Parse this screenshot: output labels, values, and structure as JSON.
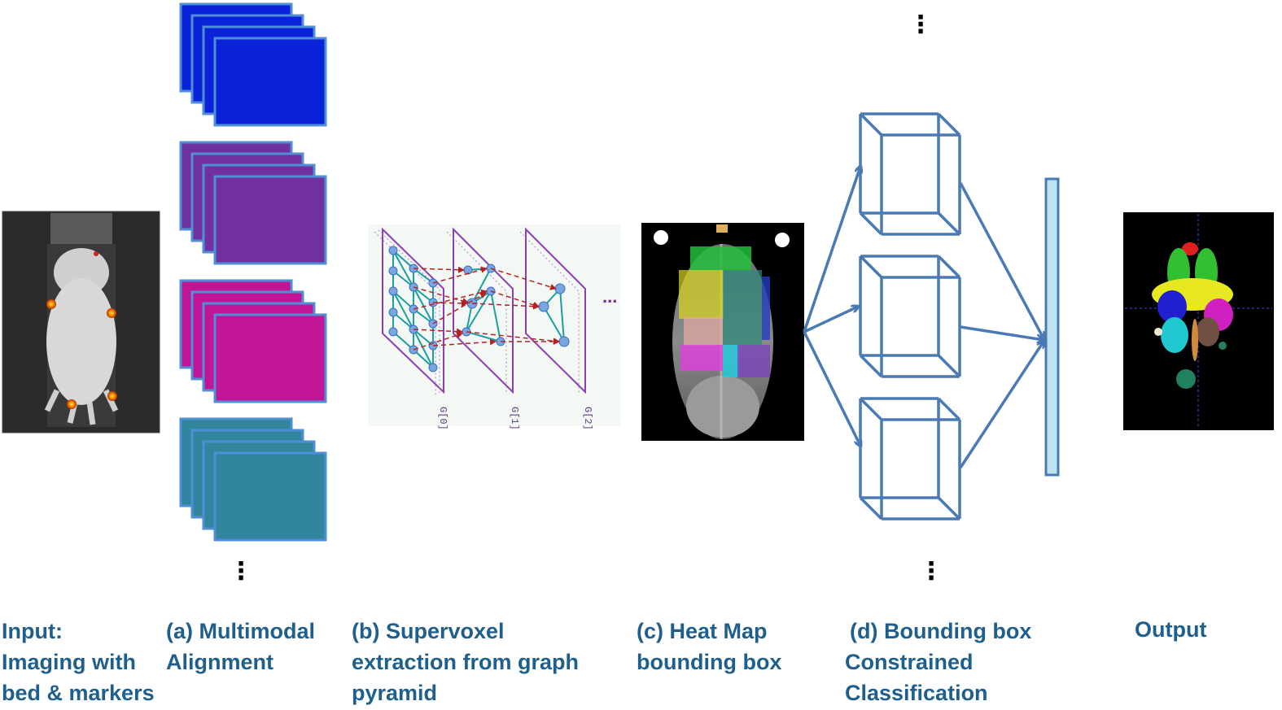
{
  "captions": {
    "input": [
      "Input:",
      "Imaging  with",
      "bed  & markers"
    ],
    "a": [
      "(a) Multimodal",
      "Alignment"
    ],
    "b": [
      "(b) Supervoxel",
      "extraction from graph",
      "pyramid"
    ],
    "c": [
      "(c) Heat Map",
      "bounding box"
    ],
    "d": [
      "(d) Bounding box",
      "Constrained",
      "Classification"
    ],
    "output": [
      "Output"
    ]
  },
  "pyramid_labels": [
    "G[0]",
    "G[1]",
    "G[2]"
  ],
  "ellipsis": "⋮",
  "pyramid_continuation": "...",
  "modality_colors": [
    "#0a22d8",
    "#7030a0",
    "#c01696",
    "#31859c"
  ],
  "frame_border_color": "#4f8fd6",
  "arrow_color": "#4a7ab4",
  "caption_color": "#1f5f8b"
}
